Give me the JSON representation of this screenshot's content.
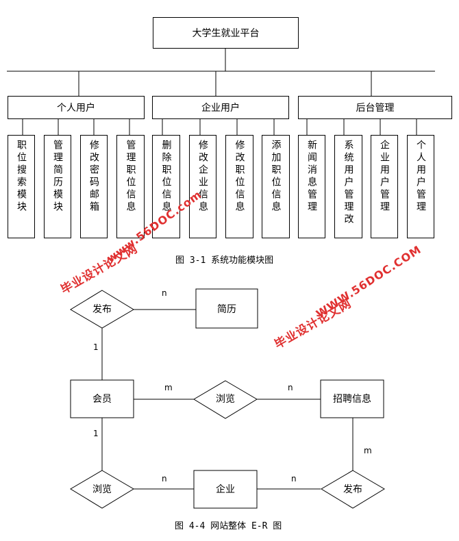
{
  "diagram1": {
    "root": "大学生就业平台",
    "groups": [
      {
        "label": "个人用户",
        "children": [
          "职位搜索模块",
          "管理简历模块",
          "修改密码邮箱",
          "管理职位信息"
        ]
      },
      {
        "label": "企业用户",
        "children": [
          "删除职位信息",
          "修改企业信息",
          "修改职位信息",
          "添加职位信息"
        ]
      },
      {
        "label": "后台管理",
        "children": [
          "新闻消息管理",
          "系统用户管理改",
          "企业用户管理",
          "个人用户管理"
        ]
      }
    ],
    "caption": "图 3-1 系统功能模块图"
  },
  "diagram2": {
    "entities": {
      "resume": "简历",
      "member": "会员",
      "job_info": "招聘信息",
      "company": "企业"
    },
    "relations": {
      "publish_top": "发布",
      "browse_mid": "浏览",
      "browse_bottom": "浏览",
      "publish_right": "发布"
    },
    "cardinalities": {
      "publish_resume": "n",
      "member_publish": "1",
      "member_browse": "m",
      "browse_job": "n",
      "member_browse_bottom": "1",
      "browse_company": "n",
      "company_publish": "n",
      "job_publish": "m"
    },
    "caption": "图 4-4 网站整体 E-R 图"
  },
  "watermarks": {
    "cn": "毕业设计论文网",
    "url": "www.56DOC.com",
    "url_upper": "WWW.56DOC.COM"
  }
}
